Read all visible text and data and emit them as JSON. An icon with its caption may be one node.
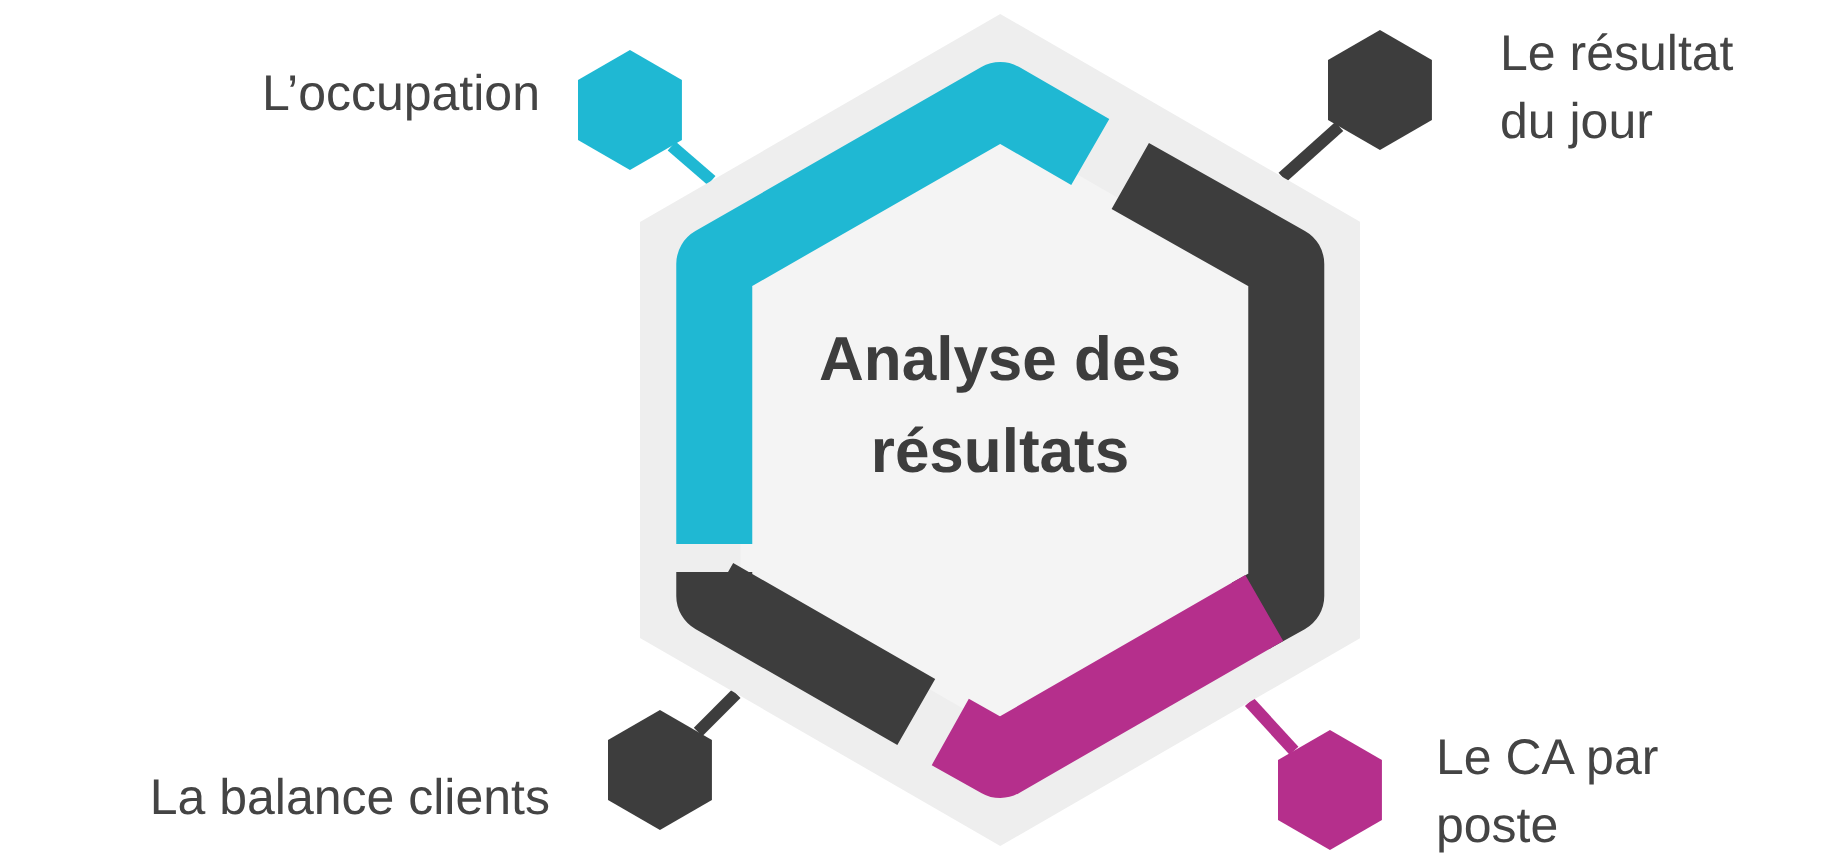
{
  "diagram": {
    "nodes": [
      {
        "text": [
          "Analyse des résultats"
        ]
      },
      {
        "text": [],
        "shape": "hexagon",
        "beside": [
          "L’occupation"
        ]
      },
      {
        "text": [],
        "shape": "hexagon",
        "beside": [
          "Le résultat du jour"
        ]
      },
      {
        "text": [],
        "shape": "hexagon",
        "beside": [
          "La balance clients"
        ]
      },
      {
        "text": [],
        "shape": "hexagon",
        "beside": [
          "Le CA par poste"
        ]
      }
    ],
    "edges": [
      {
        "from": 1,
        "to": 0,
        "arrow": "none",
        "color": "#1fb8d3"
      },
      {
        "from": 2,
        "to": 0,
        "arrow": "none"
      },
      {
        "from": 3,
        "to": 0,
        "arrow": "none"
      },
      {
        "from": 4,
        "to": 0,
        "arrow": "none",
        "color": "#b52f8c"
      }
    ]
  }
}
